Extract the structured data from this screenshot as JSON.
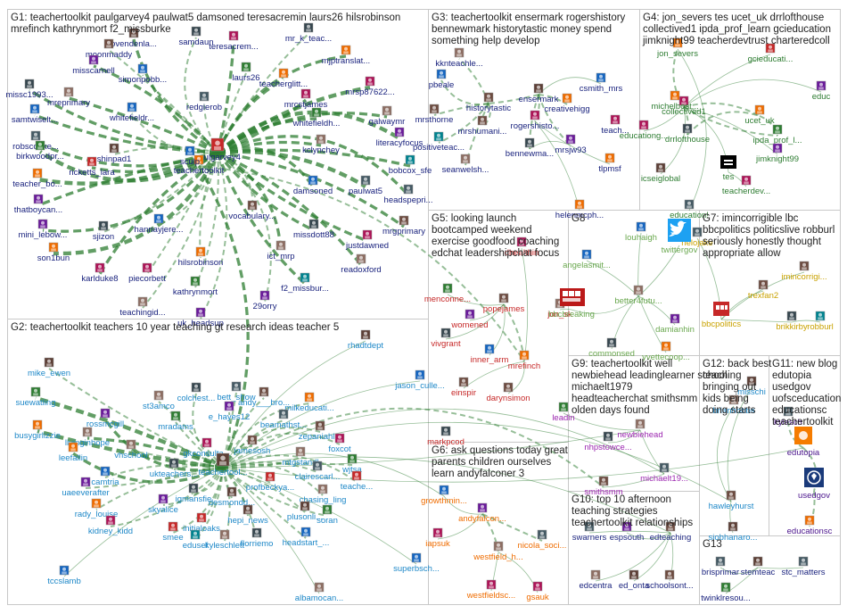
{
  "colors": {
    "G1": "#1a237e",
    "G2": "#1e88c8",
    "G3": "#1a237e",
    "G4": "#2e7d32",
    "G5": "#c62828",
    "G6": "#ef6c00",
    "G7": "#c9a200",
    "G8": "#6aa84f",
    "G9": "#9c27b0",
    "G10": "#1a237e",
    "G11": "#4a148c",
    "G12": "#1e88c8",
    "G13": "#1a237e",
    "edge": "#2e7d32",
    "box": "#c8c8c8"
  },
  "groups": [
    {
      "id": "G1",
      "lines": [
        "G1: teachertoolkit paulgarvey4 paulwat5 damsoned teresacremin laurs26 hilsrobinson",
        "mrefinch kathrynmort f2_missburke"
      ]
    },
    {
      "id": "G2",
      "lines": [
        "G2: teachertoolkit teachers 10 year teaching gt research ideas teacher 5"
      ]
    },
    {
      "id": "G3",
      "lines": [
        "G3: teachertoolkit ensermark rogershistory",
        "bennewmark historytastic money spend",
        "something help develop"
      ]
    },
    {
      "id": "G4",
      "lines": [
        "G4: jon_severs tes ucet_uk drrlofthouse",
        "collectived1 ipda_prof_learn gcieducation",
        "jimknight99 teacherdevtrust charteredcoll"
      ]
    },
    {
      "id": "G5",
      "lines": [
        "G5: looking launch",
        "bootcamped weekend",
        "exercise goodfood coaching",
        "edchat leadershipchat focus"
      ]
    },
    {
      "id": "G6",
      "lines": [
        "G6: ask questions today great",
        "parents children ourselves",
        "learn andyfalconer 3"
      ]
    },
    {
      "id": "G7",
      "lines": [
        "G7: imincorrigible lbc",
        "bbcpolitics politicslive robburl",
        "seriously honestly thought",
        "appropriate allow"
      ]
    },
    {
      "id": "G8",
      "lines": [
        "G8"
      ]
    },
    {
      "id": "G9",
      "lines": [
        "G9: teachertoolkit well",
        "newbiehead leadinglearner school",
        "michaelt1979",
        "headteacherchat smithsmm",
        "olden days found"
      ]
    },
    {
      "id": "G10",
      "lines": [
        "G10: top 10 afternoon",
        "teaching strategies",
        "teachertoolkit relationships"
      ]
    },
    {
      "id": "G11",
      "lines": [
        "G11: new blog",
        "edutopia",
        "usedgov",
        "uofsceducation",
        "educationsc",
        "teachertoolkit"
      ]
    },
    {
      "id": "G12",
      "lines": [
        "G12: back best",
        "teaching",
        "bringing out",
        "kids being",
        "doing starts"
      ]
    },
    {
      "id": "G13",
      "lines": [
        "G13"
      ]
    }
  ],
  "nodes": [
    {
      "id": "paulgarvey4",
      "g": "G1",
      "icon": "avatar"
    },
    {
      "id": "teachertoolkit",
      "g": "G1",
      "icon": "avatar"
    },
    {
      "id": "sculp",
      "g": "G1",
      "icon": "avatar"
    },
    {
      "id": "ovendenla...",
      "g": "G1",
      "icon": "avatar"
    },
    {
      "id": "samdaun",
      "g": "G1",
      "icon": "avatar"
    },
    {
      "id": "teresacrem...",
      "g": "G1",
      "icon": "avatar"
    },
    {
      "id": "mr_k_teac...",
      "g": "G1",
      "icon": "avatar"
    },
    {
      "id": "moonmaddy",
      "g": "G1",
      "icon": "avatar"
    },
    {
      "id": "misscarnell",
      "g": "G1",
      "icon": "avatar"
    },
    {
      "id": "simonpobb...",
      "g": "G1",
      "icon": "avatar"
    },
    {
      "id": "laurs26",
      "g": "G1",
      "icon": "avatar"
    },
    {
      "id": "teacherglitt...",
      "g": "G1",
      "icon": "avatar"
    },
    {
      "id": "mjptranslat...",
      "g": "G1",
      "icon": "avatar"
    },
    {
      "id": "missc1993...",
      "g": "G1",
      "icon": "avatar"
    },
    {
      "id": "mrsp87622...",
      "g": "G1",
      "icon": "avatar"
    },
    {
      "id": "mreprimary",
      "g": "G1",
      "icon": "avatar"
    },
    {
      "id": "redgierob",
      "g": "G1",
      "icon": "avatar"
    },
    {
      "id": "mrcstjames",
      "g": "G1",
      "icon": "avatar"
    },
    {
      "id": "samtwiselt...",
      "g": "G1",
      "icon": "avatar"
    },
    {
      "id": "whitefieldr...",
      "g": "G1",
      "icon": "avatar"
    },
    {
      "id": "whitefieldh...",
      "g": "G1",
      "icon": "avatar"
    },
    {
      "id": "galwaymr",
      "g": "G1",
      "icon": "avatar"
    },
    {
      "id": "robscoake...",
      "g": "G1",
      "icon": "avatar"
    },
    {
      "id": "birkwoodpr...",
      "g": "G1",
      "icon": "avatar"
    },
    {
      "id": "shinpad1",
      "g": "G1",
      "icon": "avatar"
    },
    {
      "id": "kclynchey",
      "g": "G1",
      "icon": "avatar"
    },
    {
      "id": "literacyfocus",
      "g": "G1",
      "icon": "avatar"
    },
    {
      "id": "bobcox_sfe",
      "g": "G1",
      "icon": "avatar"
    },
    {
      "id": "teacher_bo...",
      "g": "G1",
      "icon": "avatar"
    },
    {
      "id": "ricketts_lara",
      "g": "G1",
      "icon": "avatar"
    },
    {
      "id": "damsoned",
      "g": "G1",
      "icon": "avatar"
    },
    {
      "id": "paulwat5",
      "g": "G1",
      "icon": "avatar"
    },
    {
      "id": "headspepri...",
      "g": "G1",
      "icon": "avatar"
    },
    {
      "id": "thatboycan...",
      "g": "G1",
      "icon": "avatar"
    },
    {
      "id": "mini_lebow...",
      "g": "G1",
      "icon": "avatar"
    },
    {
      "id": "hannayjere...",
      "g": "G1",
      "icon": "avatar"
    },
    {
      "id": "vocabulary...",
      "g": "G1",
      "icon": "avatar"
    },
    {
      "id": "missdott88",
      "g": "G1",
      "icon": "avatar"
    },
    {
      "id": "mrgprimary",
      "g": "G1",
      "icon": "avatar"
    },
    {
      "id": "sjizon",
      "g": "G1",
      "icon": "avatar"
    },
    {
      "id": "justdawned",
      "g": "G1",
      "icon": "avatar"
    },
    {
      "id": "son1bun",
      "g": "G1",
      "icon": "avatar"
    },
    {
      "id": "karlduke8",
      "g": "G1",
      "icon": "avatar"
    },
    {
      "id": "piecorbett",
      "g": "G1",
      "icon": "avatar"
    },
    {
      "id": "hilsrobinson",
      "g": "G1",
      "icon": "avatar"
    },
    {
      "id": "ict_mrp",
      "g": "G1",
      "icon": "avatar"
    },
    {
      "id": "readoxford",
      "g": "G1",
      "icon": "avatar"
    },
    {
      "id": "f2_missbur...",
      "g": "G1",
      "icon": "avatar"
    },
    {
      "id": "kathrynmort",
      "g": "G1",
      "icon": "avatar"
    },
    {
      "id": "29orry",
      "g": "G1",
      "icon": "avatar"
    },
    {
      "id": "teachingid...",
      "g": "G1",
      "icon": "avatar"
    },
    {
      "id": "uk_headsup",
      "g": "G1",
      "icon": "avatar"
    },
    {
      "id": "mike_ewen",
      "g": "G2",
      "icon": "avatar"
    },
    {
      "id": "suewatling",
      "g": "G2",
      "icon": "avatar"
    },
    {
      "id": "busygirlizzie",
      "g": "G2",
      "icon": "avatar"
    },
    {
      "id": "colchest...",
      "g": "G2",
      "icon": "avatar"
    },
    {
      "id": "bett_show",
      "g": "G2",
      "icon": "avatar"
    },
    {
      "id": "andy___bro...",
      "g": "G2",
      "icon": "avatar"
    },
    {
      "id": "st3amco",
      "g": "G2",
      "icon": "avatar"
    },
    {
      "id": "e_hayes12",
      "g": "G2",
      "icon": "avatar"
    },
    {
      "id": "milkeducati...",
      "g": "G2",
      "icon": "avatar"
    },
    {
      "id": "rossmcgill",
      "g": "G2",
      "icon": "avatar"
    },
    {
      "id": "mradams",
      "g": "G2",
      "icon": "avatar"
    },
    {
      "id": "beamathst...",
      "g": "G2",
      "icon": "avatar"
    },
    {
      "id": "livinginhope",
      "g": "G2",
      "icon": "avatar"
    },
    {
      "id": "zepaniahl...",
      "g": "G2",
      "icon": "avatar"
    },
    {
      "id": "leefallin",
      "g": "G2",
      "icon": "avatar"
    },
    {
      "id": "vhschool",
      "g": "G2",
      "icon": "avatar"
    },
    {
      "id": "gkconsulta...",
      "g": "G2",
      "icon": "avatar"
    },
    {
      "id": "jamesosh",
      "g": "G2",
      "icon": "avatar"
    },
    {
      "id": "foxcot",
      "g": "G2",
      "icon": "avatar"
    },
    {
      "id": "mtgstandl",
      "g": "G2",
      "icon": "avatar"
    },
    {
      "id": "camtria",
      "g": "G2",
      "icon": "avatar"
    },
    {
      "id": "ukteachers...",
      "g": "G2",
      "icon": "avatar"
    },
    {
      "id": "teachertool...",
      "g": "G2",
      "icon": "avatar"
    },
    {
      "id": "clairescarl...",
      "g": "G2",
      "icon": "avatar"
    },
    {
      "id": "wjtsa",
      "g": "G2",
      "icon": "avatar"
    },
    {
      "id": "uaeeverafter",
      "g": "G2",
      "icon": "avatar"
    },
    {
      "id": "profbeckya...",
      "g": "G2",
      "icon": "avatar"
    },
    {
      "id": "teache...",
      "g": "G2",
      "icon": "avatar"
    },
    {
      "id": "igmansfie",
      "g": "G2",
      "icon": "avatar"
    },
    {
      "id": "desmondd...",
      "g": "G2",
      "icon": "avatar"
    },
    {
      "id": "chasing_ling",
      "g": "G2",
      "icon": "avatar"
    },
    {
      "id": "rady_louise",
      "g": "G2",
      "icon": "avatar"
    },
    {
      "id": "skyalice",
      "g": "G2",
      "icon": "avatar"
    },
    {
      "id": "hepi_news",
      "g": "G2",
      "icon": "avatar"
    },
    {
      "id": "plusonli...",
      "g": "G2",
      "icon": "avatar"
    },
    {
      "id": "soran",
      "g": "G2",
      "icon": "avatar"
    },
    {
      "id": "kidney_kidd",
      "g": "G2",
      "icon": "avatar"
    },
    {
      "id": "initialoaks",
      "g": "G2",
      "icon": "avatar"
    },
    {
      "id": "smee",
      "g": "G2",
      "icon": "avatar"
    },
    {
      "id": "edusef",
      "g": "G2",
      "icon": "avatar"
    },
    {
      "id": "florriemo",
      "g": "G2",
      "icon": "avatar"
    },
    {
      "id": "kyleschlett",
      "g": "G2",
      "icon": "avatar"
    },
    {
      "id": "headstart_...",
      "g": "G2",
      "icon": "avatar"
    },
    {
      "id": "jason_culle...",
      "g": "G2",
      "icon": "avatar"
    },
    {
      "id": "rhadtdept",
      "g": "G2",
      "icon": "avatar"
    },
    {
      "id": "superbsch...",
      "g": "G2",
      "icon": "avatar"
    },
    {
      "id": "tccslamb",
      "g": "G2",
      "icon": "avatar"
    },
    {
      "id": "albamocan...",
      "g": "G2",
      "icon": "avatar"
    },
    {
      "id": "kknteachle...",
      "g": "G3",
      "icon": "avatar"
    },
    {
      "id": "pbeale",
      "g": "G3",
      "icon": "avatar"
    },
    {
      "id": "ensermark",
      "g": "G3",
      "icon": "avatar"
    },
    {
      "id": "csmith_mrs",
      "g": "G3",
      "icon": "avatar"
    },
    {
      "id": "historytastic",
      "g": "G3",
      "icon": "avatar"
    },
    {
      "id": "creativehigg",
      "g": "G3",
      "icon": "avatar"
    },
    {
      "id": "mrsthorne",
      "g": "G3",
      "icon": "avatar"
    },
    {
      "id": "rogershisto...",
      "g": "G3",
      "icon": "avatar"
    },
    {
      "id": "mrshumani...",
      "g": "G3",
      "icon": "avatar"
    },
    {
      "id": "positiveteac...",
      "g": "G3",
      "icon": "avatar"
    },
    {
      "id": "bennewma...",
      "g": "G3",
      "icon": "avatar"
    },
    {
      "id": "mrsjw93",
      "g": "G3",
      "icon": "avatar"
    },
    {
      "id": "seanwelsh...",
      "g": "G3",
      "icon": "avatar"
    },
    {
      "id": "tlpmsf",
      "g": "G3",
      "icon": "avatar"
    },
    {
      "id": "helenmcph...",
      "g": "G3",
      "icon": "avatar"
    },
    {
      "id": "teach...",
      "g": "G3",
      "icon": "avatar"
    },
    {
      "id": "jon_severs",
      "g": "G4",
      "icon": "avatar"
    },
    {
      "id": "gcieducati...",
      "g": "G4",
      "icon": "avatar"
    },
    {
      "id": "educ",
      "g": "G4",
      "icon": "avatar"
    },
    {
      "id": "ucet_uk",
      "g": "G4",
      "icon": "avatar"
    },
    {
      "id": "collectived1",
      "g": "G4",
      "icon": "avatar"
    },
    {
      "id": "ipda_prof_l...",
      "g": "G4",
      "icon": "avatar"
    },
    {
      "id": "educationg...",
      "g": "G4",
      "icon": "avatar"
    },
    {
      "id": "drrlofthouse",
      "g": "G4",
      "icon": "avatar"
    },
    {
      "id": "jimknight99",
      "g": "G4",
      "icon": "avatar"
    },
    {
      "id": "icseiglobal",
      "g": "G4",
      "icon": "avatar"
    },
    {
      "id": "tes",
      "g": "G4",
      "icon": "tes"
    },
    {
      "id": "teacherdev...",
      "g": "G4",
      "icon": "avatar"
    },
    {
      "id": "education!",
      "g": "G4",
      "icon": "avatar"
    },
    {
      "id": "michelbost...",
      "g": "G4",
      "icon": "avatar"
    },
    {
      "id": "dhealthin",
      "g": "G5",
      "icon": "avatar"
    },
    {
      "id": "menconne...",
      "g": "G5",
      "icon": "avatar"
    },
    {
      "id": "popejames",
      "g": "G5",
      "icon": "avatar"
    },
    {
      "id": "womened",
      "g": "G5",
      "icon": "avatar"
    },
    {
      "id": "vivgrant",
      "g": "G5",
      "icon": "avatar"
    },
    {
      "id": "inner_arm",
      "g": "G5",
      "icon": "avatar"
    },
    {
      "id": "mrefinch",
      "g": "G5",
      "icon": "avatar"
    },
    {
      "id": "einspir",
      "g": "G5",
      "icon": "avatar"
    },
    {
      "id": "darynsimon",
      "g": "G5",
      "icon": "avatar"
    },
    {
      "id": "jon_sk",
      "g": "G5",
      "icon": "avatar"
    },
    {
      "id": "markpcod",
      "g": "G5",
      "icon": "avatar"
    },
    {
      "id": "growthmin...",
      "g": "G6",
      "icon": "avatar"
    },
    {
      "id": "andyfalcon...",
      "g": "G6",
      "icon": "avatar"
    },
    {
      "id": "iapsuk",
      "g": "G6",
      "icon": "avatar"
    },
    {
      "id": "nicola_soci...",
      "g": "G6",
      "icon": "avatar"
    },
    {
      "id": "westfield_h...",
      "g": "G6",
      "icon": "avatar"
    },
    {
      "id": "westfieldsc...",
      "g": "G6",
      "icon": "avatar"
    },
    {
      "id": "gsauk",
      "g": "G6",
      "icon": "avatar"
    },
    {
      "id": "helojake",
      "g": "G7",
      "icon": "avatar"
    },
    {
      "id": "imincorrigi...",
      "g": "G7",
      "icon": "avatar"
    },
    {
      "id": "trexfan2",
      "g": "G7",
      "icon": "avatar"
    },
    {
      "id": "brikkirby",
      "g": "G7",
      "icon": "avatar"
    },
    {
      "id": "robburl",
      "g": "G7",
      "icon": "avatar"
    },
    {
      "id": "bbcpolitics",
      "g": "G7",
      "icon": "bbc"
    },
    {
      "id": "angelasmit...",
      "g": "G8",
      "icon": "avatar"
    },
    {
      "id": "louhaigh",
      "g": "G8",
      "icon": "avatar"
    },
    {
      "id": "twittergov",
      "g": "G8",
      "icon": "twitter"
    },
    {
      "id": "better4futu...",
      "g": "G8",
      "icon": "avatar"
    },
    {
      "id": "damianhin",
      "g": "G8",
      "icon": "avatar"
    },
    {
      "id": "bbcbreaking",
      "g": "G8",
      "icon": "bbcnews"
    },
    {
      "id": "commonsed",
      "g": "G8",
      "icon": "avatar"
    },
    {
      "id": "yvettecoop...",
      "g": "G8",
      "icon": "avatar"
    },
    {
      "id": "leadin",
      "g": "G9",
      "icon": "avatar"
    },
    {
      "id": "newbiehead",
      "g": "G9",
      "icon": "avatar"
    },
    {
      "id": "nhpstowce...",
      "g": "G9",
      "icon": "avatar"
    },
    {
      "id": "michaelt19...",
      "g": "G9",
      "icon": "avatar"
    },
    {
      "id": "smithsmm",
      "g": "G9",
      "icon": "avatar"
    },
    {
      "id": "swarners",
      "g": "G10",
      "icon": "avatar"
    },
    {
      "id": "espsouth",
      "g": "G10",
      "icon": "avatar"
    },
    {
      "id": "edteaching",
      "g": "G10",
      "icon": "avatar"
    },
    {
      "id": "edcentra",
      "g": "G10",
      "icon": "avatar"
    },
    {
      "id": "ed_onta",
      "g": "G10",
      "icon": "avatar"
    },
    {
      "id": "schoolsont...",
      "g": "G10",
      "icon": "avatar"
    },
    {
      "id": "kylesch",
      "g": "G11",
      "icon": "avatar"
    },
    {
      "id": "edutopia",
      "g": "G11",
      "icon": "edutopia"
    },
    {
      "id": "usedgov",
      "g": "G11",
      "icon": "usedgov"
    },
    {
      "id": "educationsc",
      "g": "G11",
      "icon": "avatar"
    },
    {
      "id": "misschi",
      "g": "G12",
      "icon": "avatar"
    },
    {
      "id": "brianhobbs",
      "g": "G12",
      "icon": "avatar"
    },
    {
      "id": "hawleyhurst",
      "g": "G12",
      "icon": "avatar"
    },
    {
      "id": "siobhanaro...",
      "g": "G12",
      "icon": "avatar"
    },
    {
      "id": "brisprimar",
      "g": "G13",
      "icon": "avatar"
    },
    {
      "id": "stemteac",
      "g": "G13",
      "icon": "avatar"
    },
    {
      "id": "stc_matters",
      "g": "G13",
      "icon": "avatar"
    },
    {
      "id": "twinklresou...",
      "g": "G13",
      "icon": "avatar"
    }
  ]
}
